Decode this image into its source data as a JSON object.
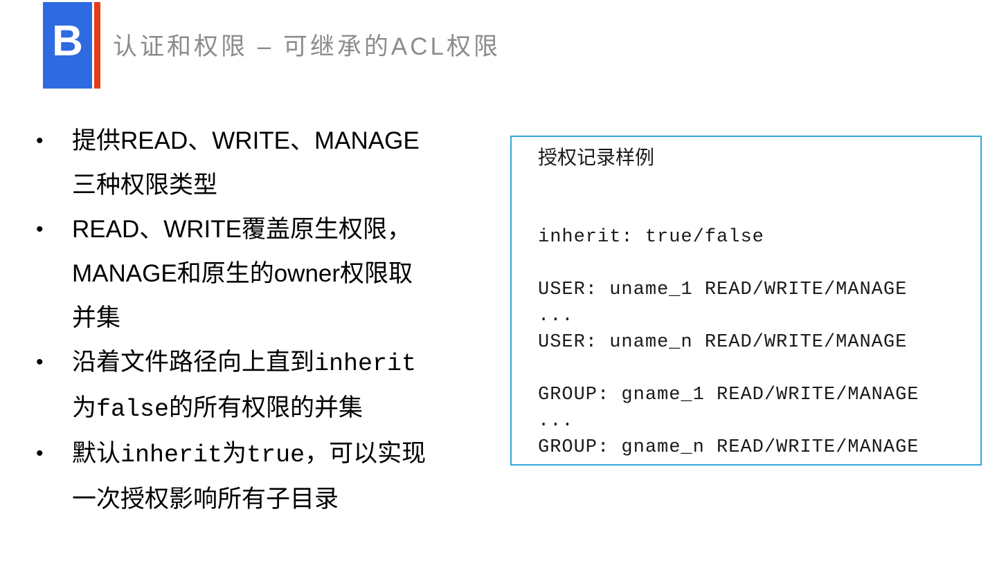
{
  "logo": {
    "letter": "B"
  },
  "header": {
    "title": "认证和权限 – 可继承的ACL权限"
  },
  "bullet_marker": "•",
  "bullets": [
    {
      "lines": [
        [
          "提供",
          "READ、WRITE、MANAGE"
        ],
        [
          "三种权限类型"
        ]
      ]
    },
    {
      "lines": [
        [
          "READ、WRITE",
          "覆盖原生权限，"
        ],
        [
          "MANAGE",
          "和原生的",
          "owner",
          "权限取"
        ],
        [
          "并集"
        ]
      ]
    },
    {
      "lines": [
        [
          "沿着文件路径向上直到",
          "inherit"
        ],
        [
          "为",
          "false",
          "的所有权限的并集"
        ]
      ]
    },
    {
      "lines": [
        [
          "默认",
          "inherit",
          "为",
          "true",
          "，可以实现"
        ],
        [
          "一次授权影响所有子目录"
        ]
      ]
    }
  ],
  "sample_box": {
    "title": "授权记录样例",
    "lines": [
      "inherit: true/false",
      "USER: uname_1 READ/WRITE/MANAGE",
      "...",
      "USER: uname_n READ/WRITE/MANAGE",
      "GROUP: gname_1 READ/WRITE/MANAGE",
      "...",
      "GROUP: gname_n READ/WRITE/MANAGE"
    ]
  },
  "colors": {
    "logo_blue": "#2e6be0",
    "stripe_red": "#e53d19",
    "box_border_blue": "#35a7da",
    "title_gray": "#8c8c8c",
    "text_black": "#000000"
  }
}
